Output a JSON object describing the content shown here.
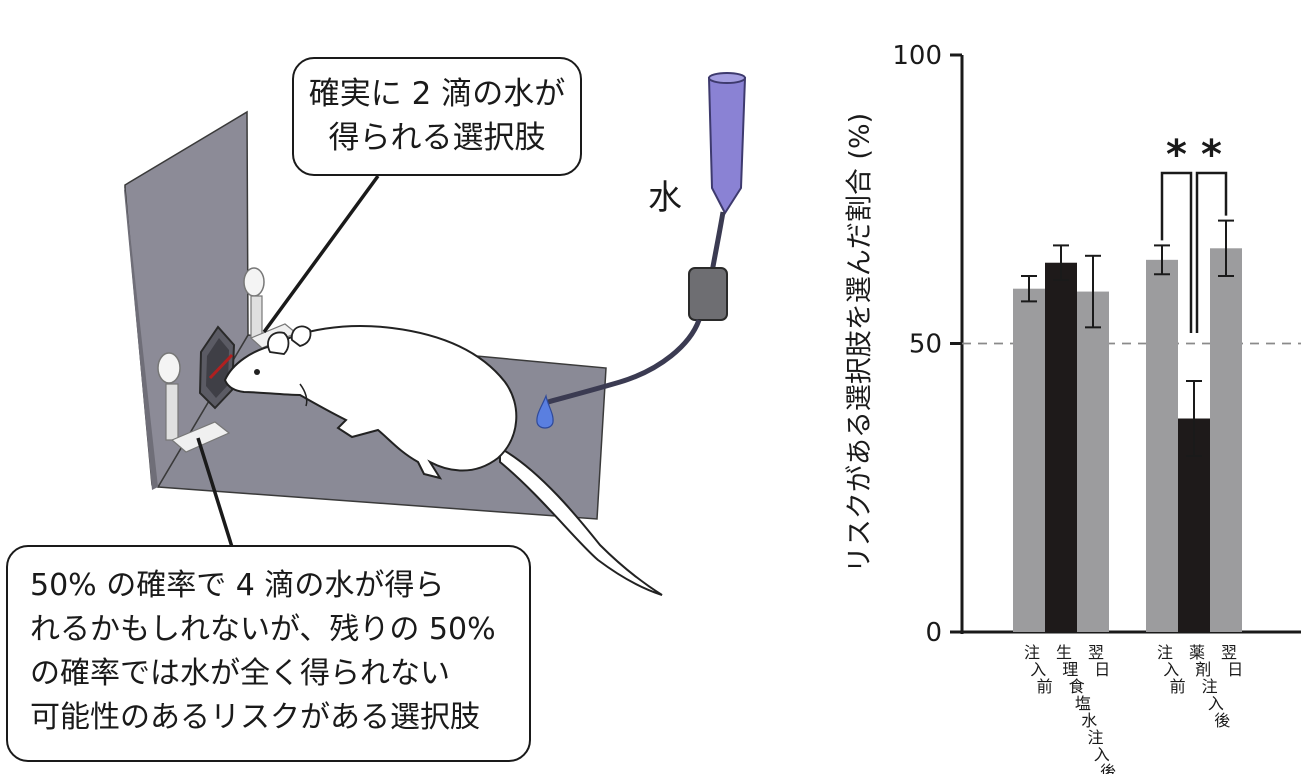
{
  "diagram": {
    "callout_certain": {
      "lines": [
        "確実に 2 滴の水が",
        "得られる選択肢"
      ]
    },
    "callout_risky": {
      "lines": [
        "50% の確率で 4 滴の水が得ら",
        "れるかもしれないが、残りの 50%",
        "の確率では水が全く得られない",
        "可能性のあるリスクがある選択肢"
      ]
    },
    "water_label": "水"
  },
  "chart_data": {
    "type": "bar",
    "ylabel": "リスクがある選択肢を選んだ割合 (%)",
    "ylim": [
      0,
      100
    ],
    "yticks": [
      0,
      50,
      100
    ],
    "reference_line": 50,
    "groups": [
      {
        "bars": [
          {
            "label": "注入前",
            "value": 59.5,
            "error": 2.2,
            "color": "#9c9c9e"
          },
          {
            "label": "生理食塩水注入後",
            "value": 64,
            "error": 3,
            "color": "#1e1a1a"
          },
          {
            "label": "翌日",
            "value": 59,
            "error": 6.2,
            "color": "#9c9c9e"
          }
        ]
      },
      {
        "bars": [
          {
            "label": "注入前",
            "value": 64.5,
            "error": 2.5,
            "color": "#9c9c9e"
          },
          {
            "label": "薬剤注入後",
            "value": 37,
            "error": 6.5,
            "color": "#1e1a1a"
          },
          {
            "label": "翌日",
            "value": 66.5,
            "error": 4.8,
            "color": "#9c9c9e"
          }
        ]
      }
    ],
    "significance": [
      {
        "label": "*"
      },
      {
        "label": "*"
      }
    ]
  }
}
